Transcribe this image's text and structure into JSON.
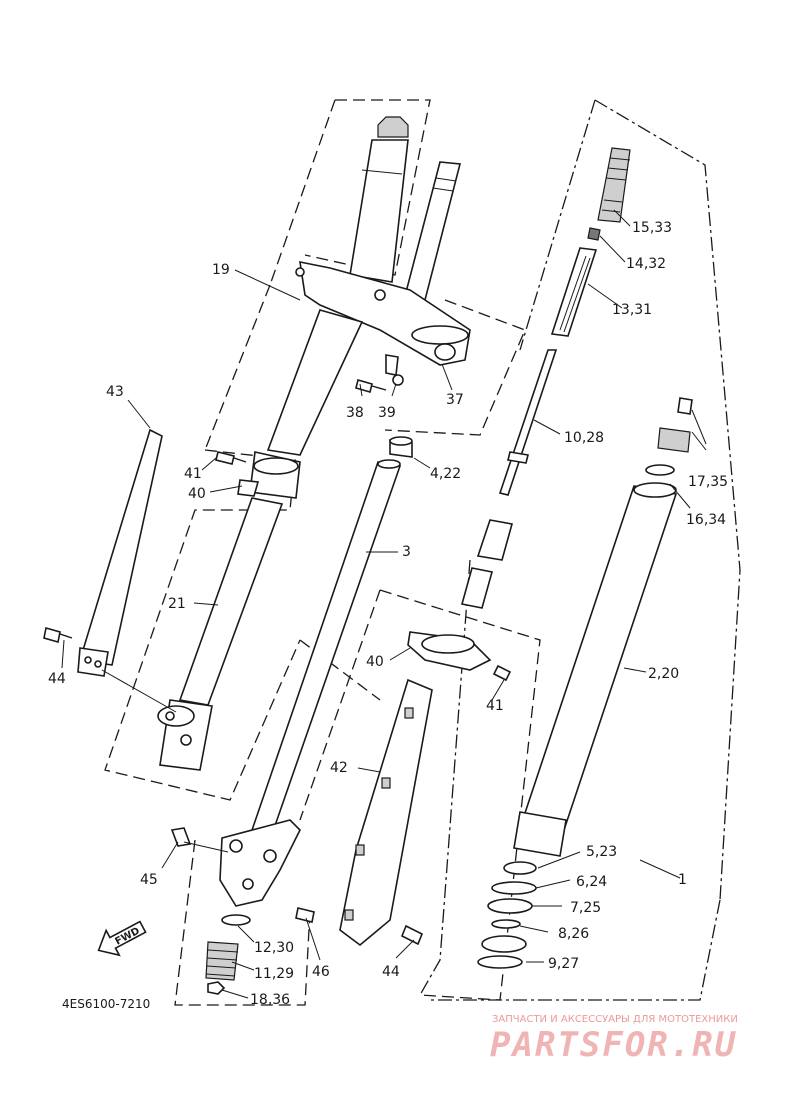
{
  "callouts": {
    "c19": "19",
    "c43": "43",
    "c41a": "41",
    "c40a": "40",
    "c21": "21",
    "c44a": "44",
    "c38": "38",
    "c39": "39",
    "c37": "37",
    "c4_22": "4,22",
    "c3": "3",
    "c40b": "40",
    "c41b": "41",
    "c42": "42",
    "c45": "45",
    "c12_30": "12,30",
    "c11_29": "11,29",
    "c18_36": "18,36",
    "c46": "46",
    "c44b": "44",
    "c15_33": "15,33",
    "c14_32": "14,32",
    "c13_31": "13,31",
    "c10_28": "10,28",
    "c17_35": "17,35",
    "c16_34": "16,34",
    "c2_20": "2,20",
    "c5_23": "5,23",
    "c6_24": "6,24",
    "c7_25": "7,25",
    "c8_26": "8,26",
    "c9_27": "9,27",
    "c1": "1"
  },
  "direction_badge": "FWD",
  "diagram_code": "4ES6100-7210",
  "watermark": {
    "tagline": "ЗАПЧАСТИ И АКСЕССУАРЫ ДЛЯ МОТОТЕХНИКИ",
    "brand": "PARTSFOR.RU"
  }
}
